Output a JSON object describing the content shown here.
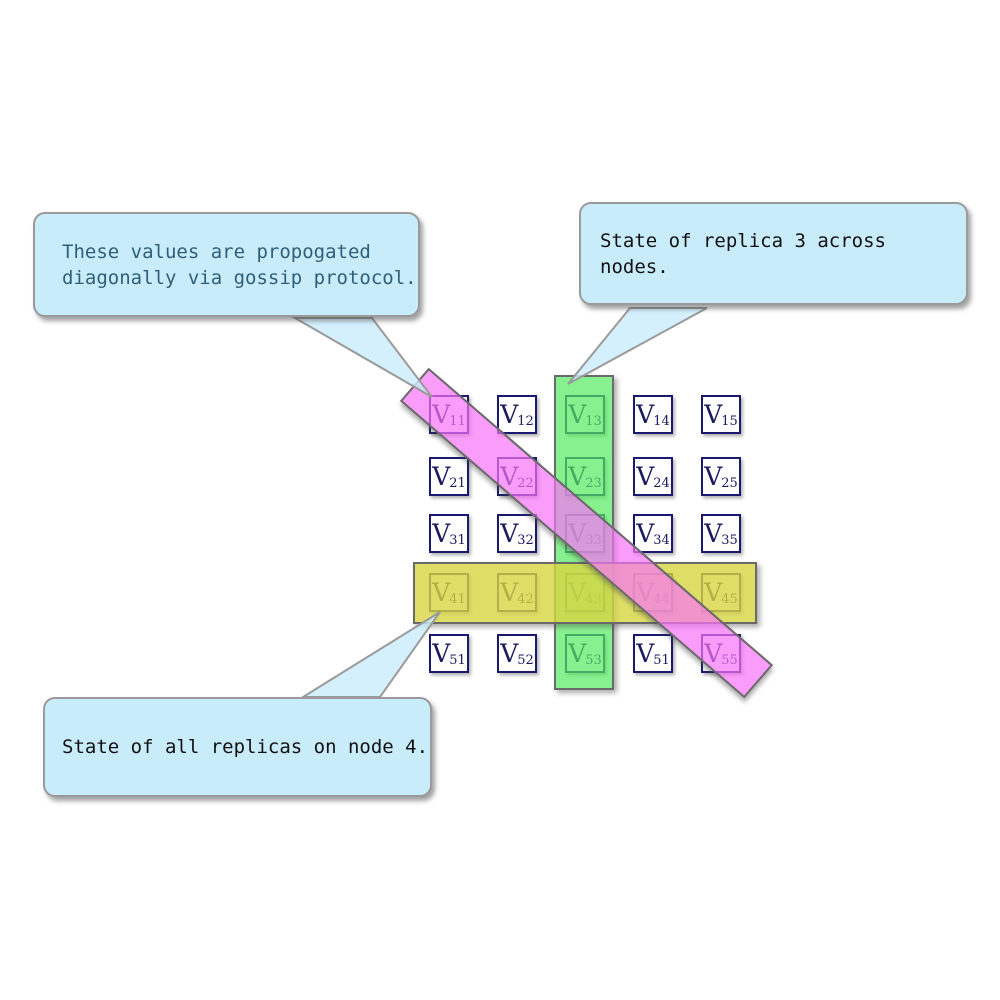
{
  "callouts": {
    "gossip": {
      "lines": [
        "These values are propogated",
        "diagonally via gossip protocol."
      ],
      "text_color": "#2f5f78"
    },
    "replica_column": {
      "text": "State of replica 3 across nodes.",
      "text_color": "#111111"
    },
    "node_row": {
      "text": "State of all replicas on node 4.",
      "text_color": "#111111"
    }
  },
  "matrix": {
    "symbol": "V",
    "rows": [
      [
        "11",
        "12",
        "13",
        "14",
        "15"
      ],
      [
        "21",
        "22",
        "23",
        "24",
        "25"
      ],
      [
        "31",
        "32",
        "33",
        "34",
        "35"
      ],
      [
        "41",
        "42",
        "43",
        "44",
        "45"
      ],
      [
        "51",
        "52",
        "53",
        "51",
        "55"
      ]
    ]
  },
  "highlights": {
    "replica_column": {
      "fill": "rgba(85,235,95,0.7)"
    },
    "node_row": {
      "fill": "rgba(215,215,65,0.8)"
    },
    "diagonal": {
      "fill": "rgba(248,115,248,0.7)"
    }
  },
  "colors": {
    "callout_bg": "#c9ecfb",
    "callout_border": "#9a9a9a",
    "band_border": "#6a6a6a",
    "cell_border": "#191970",
    "cell_text": "#1a1a5e",
    "pointer_fill": "rgba(201,236,251,0.8)"
  }
}
